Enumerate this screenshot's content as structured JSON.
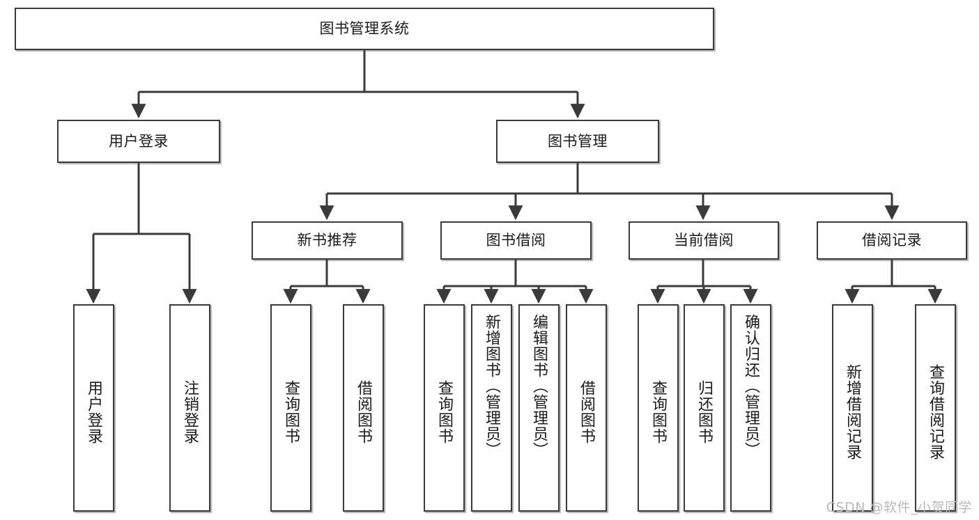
{
  "diagram": {
    "type": "tree",
    "title": "图书管理系统",
    "orientation": "top-down",
    "colors": {
      "stroke": "#3a3a3a",
      "fill": "#ffffff",
      "text": "#1a1a1a",
      "watermark": "#b9b9b9"
    },
    "watermark": "CSDN @软件_小贺同学",
    "nodes": {
      "root": {
        "label": "图书管理系统"
      },
      "level2": [
        {
          "id": "user-login",
          "label": "用户登录"
        },
        {
          "id": "book-manage",
          "label": "图书管理"
        }
      ],
      "level3": [
        {
          "id": "new-book-recommend",
          "label": "新书推荐"
        },
        {
          "id": "book-borrow",
          "label": "图书借阅"
        },
        {
          "id": "current-borrow",
          "label": "当前借阅"
        },
        {
          "id": "borrow-record",
          "label": "借阅记录"
        }
      ],
      "leaves": {
        "user-login": [
          {
            "id": "leaf-user-login",
            "label": "用户登录"
          },
          {
            "id": "leaf-user-logout",
            "label": "注销登录"
          }
        ],
        "new-book-recommend": [
          {
            "id": "leaf-query-book-1",
            "label": "查询图书"
          },
          {
            "id": "leaf-borrow-book-1",
            "label": "借阅图书"
          }
        ],
        "book-borrow": [
          {
            "id": "leaf-query-book-2",
            "label": "查询图书"
          },
          {
            "id": "leaf-add-book",
            "label": "新增图书（管理员）"
          },
          {
            "id": "leaf-edit-book",
            "label": "编辑图书（管理员）"
          },
          {
            "id": "leaf-borrow-book-2",
            "label": "借阅图书"
          }
        ],
        "current-borrow": [
          {
            "id": "leaf-query-book-3",
            "label": "查询图书"
          },
          {
            "id": "leaf-return-book",
            "label": "归还图书"
          },
          {
            "id": "leaf-confirm-return",
            "label": "确认归还（管理员）"
          }
        ],
        "borrow-record": [
          {
            "id": "leaf-add-record",
            "label": "新增借阅记录"
          },
          {
            "id": "leaf-query-record",
            "label": "查询借阅记录"
          }
        ]
      }
    }
  }
}
